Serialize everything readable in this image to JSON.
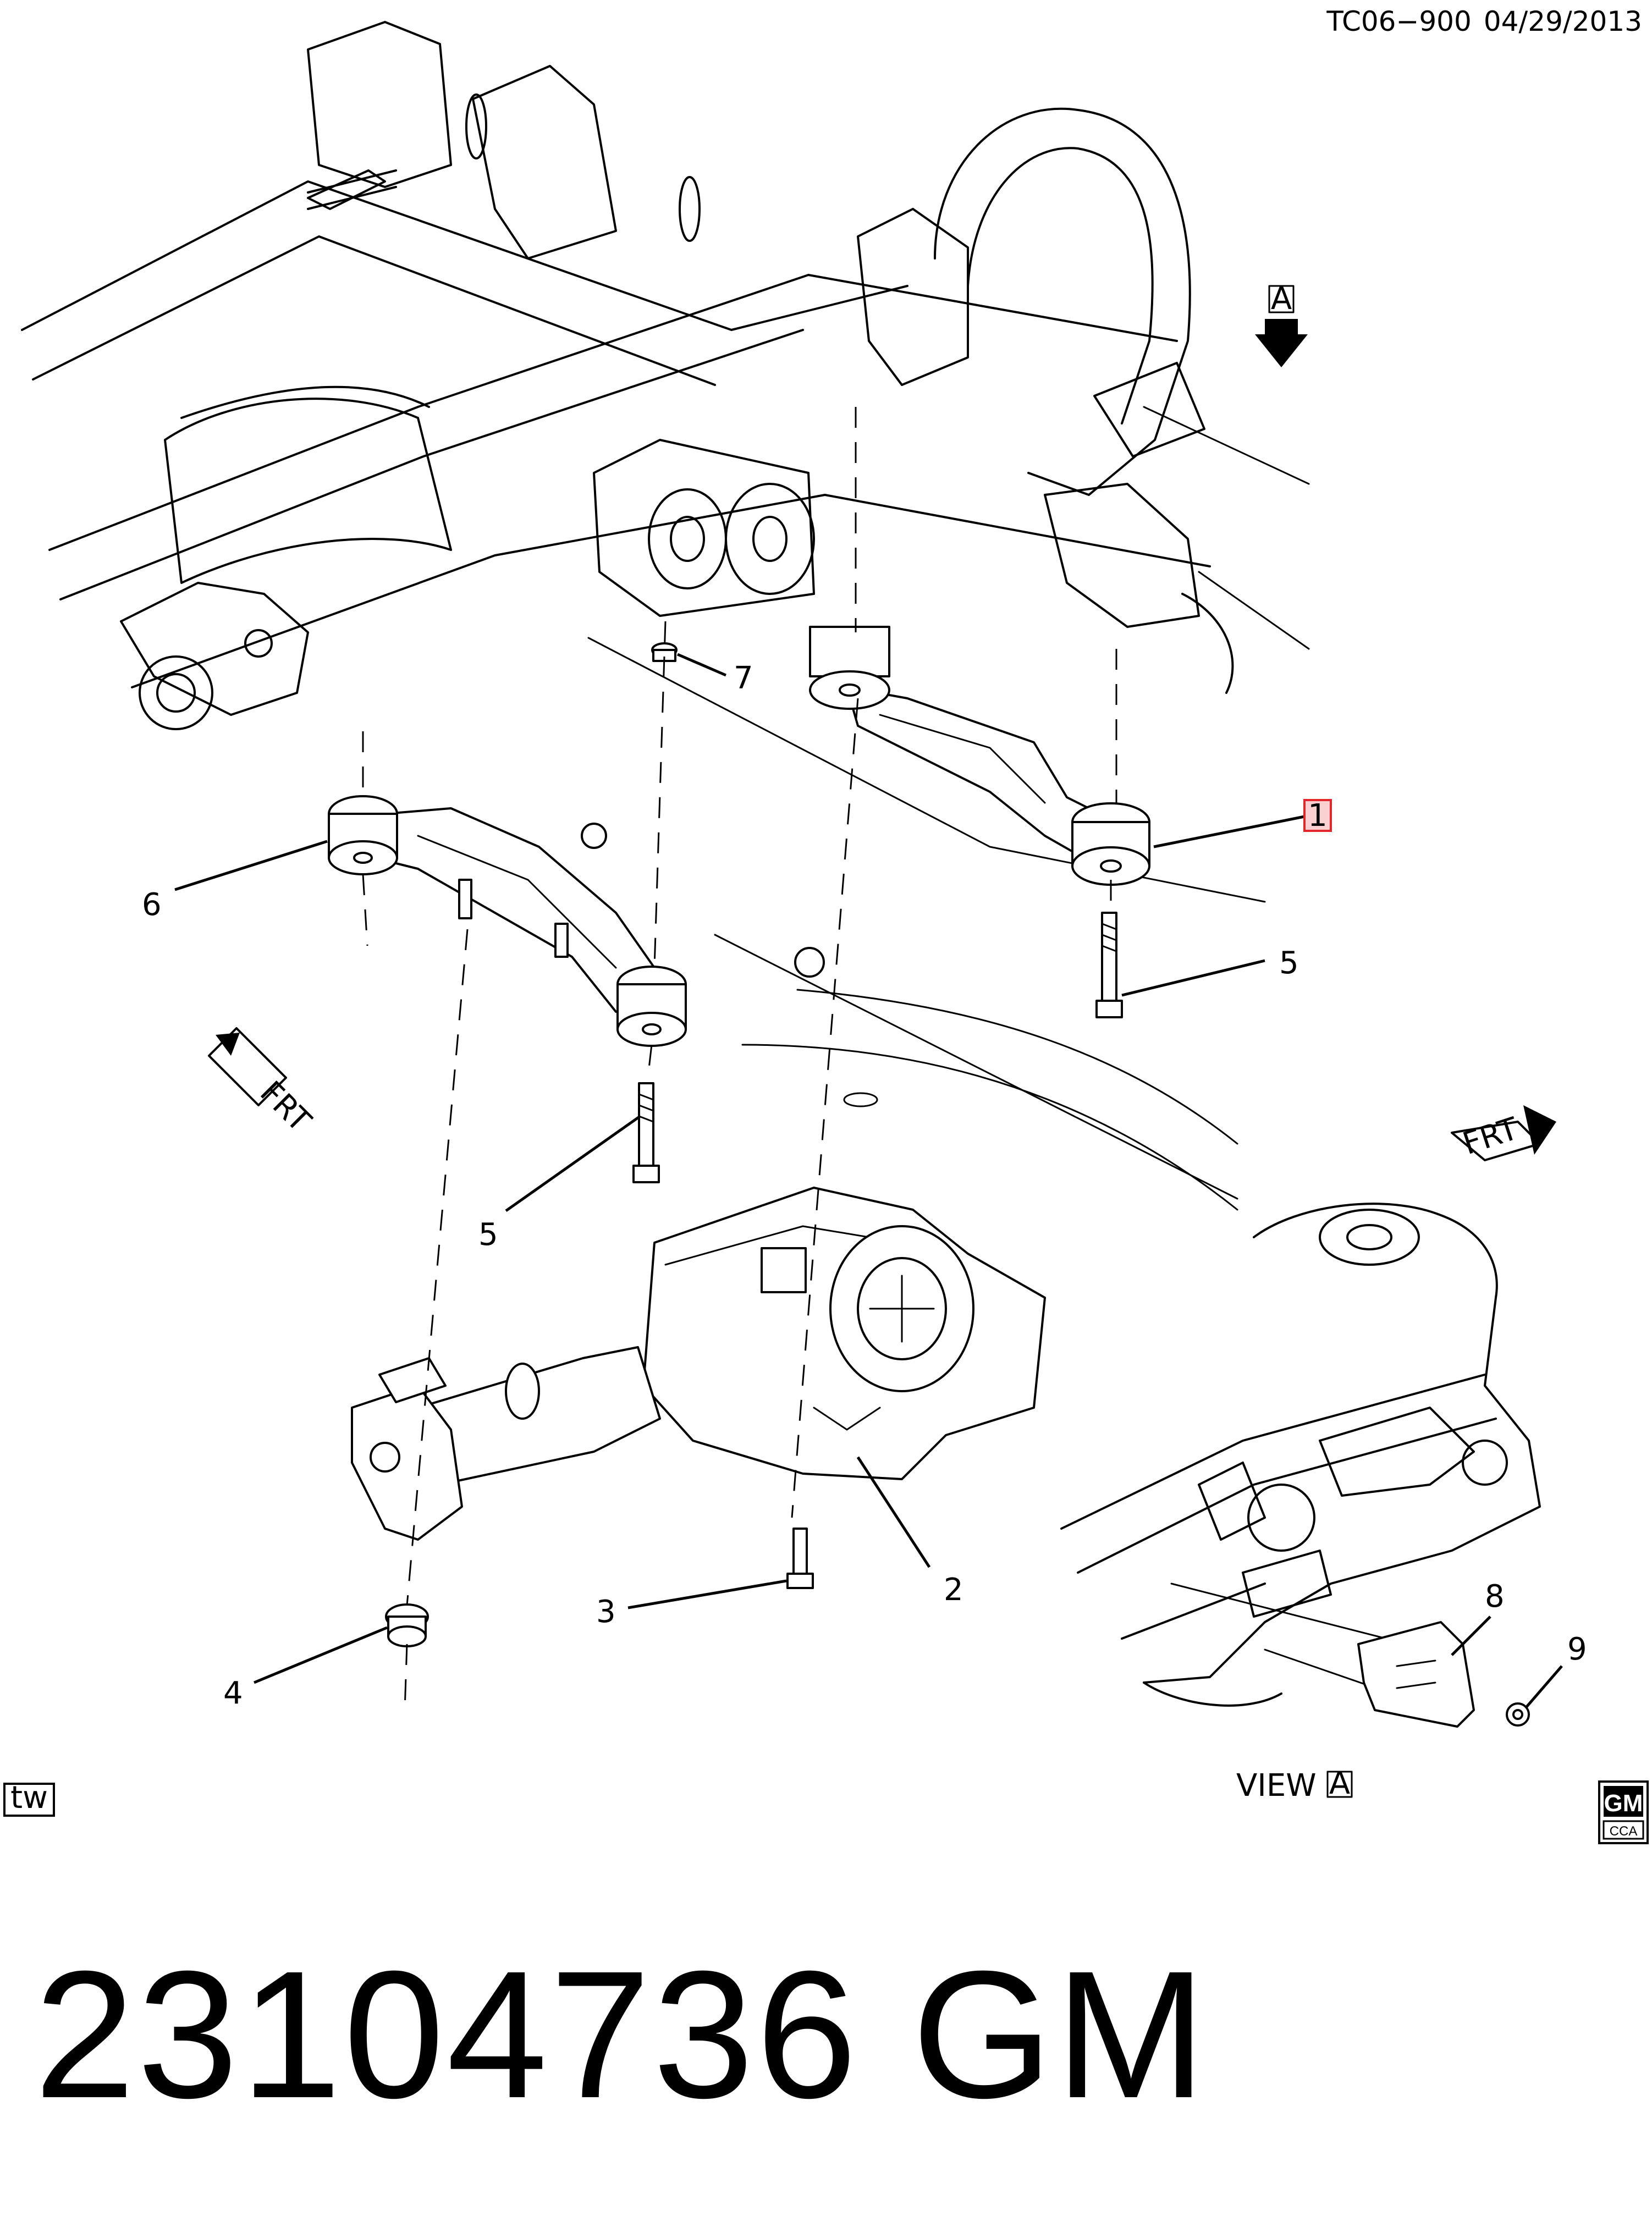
{
  "header": {
    "code": "TC06−900",
    "date": "04/29/2013"
  },
  "callouts": {
    "c1": "1",
    "c2": "2",
    "c3": "3",
    "c4": "4",
    "c5a": "5",
    "c5b": "5",
    "c6": "6",
    "c7": "7",
    "c8": "8",
    "c9": "9"
  },
  "view_marker": {
    "box_letter": "A",
    "view_label": "VIEW",
    "view_letter": "A"
  },
  "direction_arrows": {
    "left": "FRT",
    "right": "FRT"
  },
  "tw_badge": "tw",
  "gm_logo": {
    "text": "GM",
    "sub": "CCA"
  },
  "footer": {
    "part_number": "23104736   GM"
  },
  "colors": {
    "callout_highlight": "#e2262c",
    "callout_fill": "#fbd0d0"
  }
}
